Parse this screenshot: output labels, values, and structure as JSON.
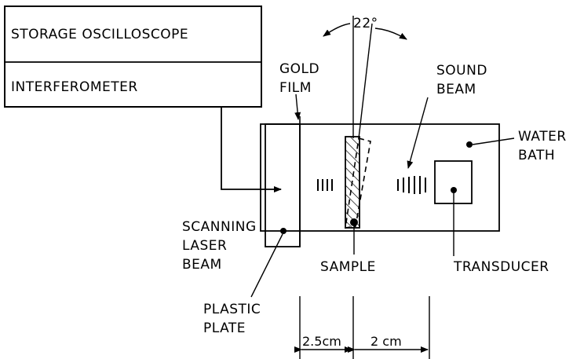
{
  "boxes": {
    "storage_oscilloscope": "STORAGE OSCILLOSCOPE",
    "interferometer": "INTERFEROMETER"
  },
  "labels": {
    "gold_film": [
      "GOLD",
      "FILM"
    ],
    "angle": "22°",
    "sound_beam": [
      "SOUND",
      "BEAM"
    ],
    "water_bath": [
      "WATER",
      "BATH"
    ],
    "scanning_laser_beam": [
      "SCANNING",
      "LASER",
      "BEAM"
    ],
    "sample": "SAMPLE",
    "transducer": "TRANSDUCER",
    "plastic_plate": [
      "PLASTIC",
      "PLATE"
    ]
  },
  "dimensions": {
    "left": "2.5cm",
    "right": "2 cm"
  }
}
